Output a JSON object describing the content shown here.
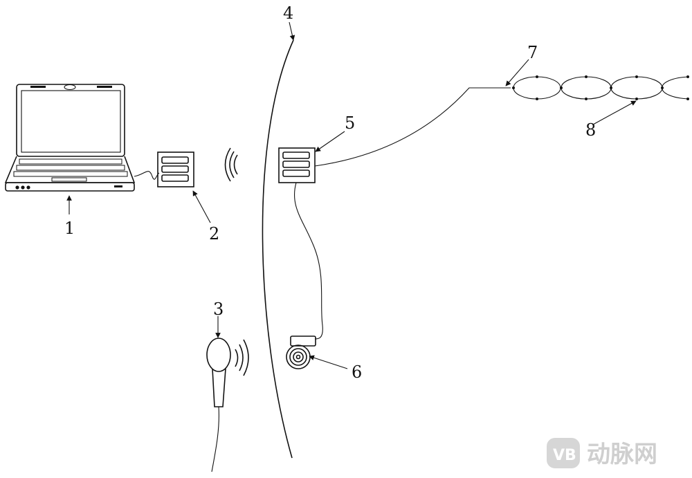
{
  "labels": {
    "l1": "1",
    "l2": "2",
    "l3": "3",
    "l4": "4",
    "l5": "5",
    "l6": "6",
    "l7": "7",
    "l8": "8"
  },
  "watermark": {
    "text": "动脉网",
    "badge": "VB"
  },
  "icons": {
    "laptop": "laptop-icon",
    "gateway": "module-icon",
    "microphone": "microphone-icon",
    "speaker": "speaker-icon",
    "signal": "wireless-signal-icon"
  }
}
